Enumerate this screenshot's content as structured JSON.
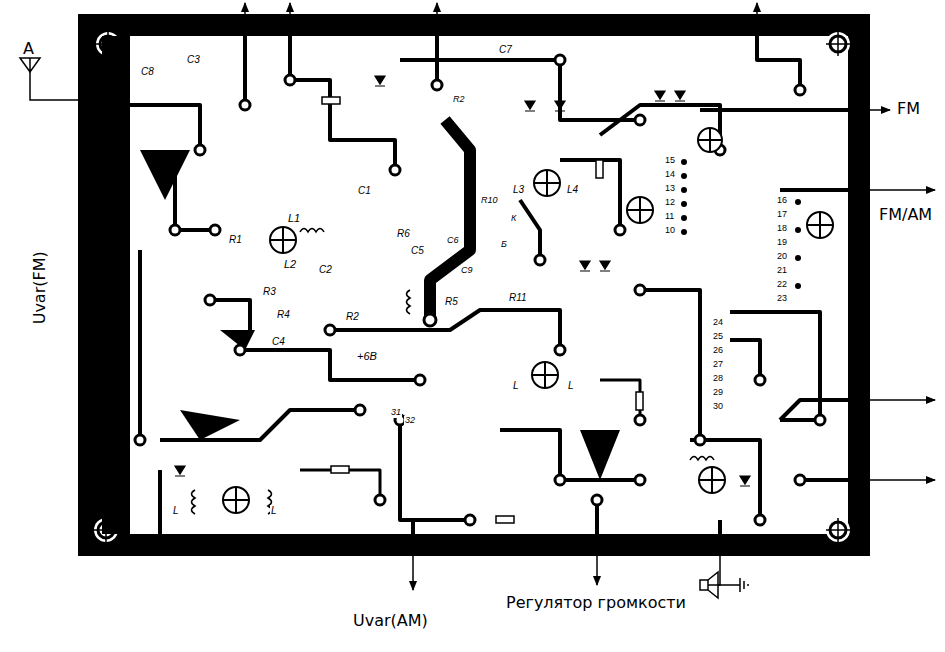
{
  "diagram": {
    "labels": [
      "A",
      "FM",
      "FM/AM",
      "Uvar(FM)",
      "Uvar(AM)",
      "Регулятор громкости",
      "C8",
      "C3",
      "C7",
      "R2",
      "L1",
      "R1",
      "L2",
      "C2",
      "R3",
      "R4",
      "C4",
      "R2",
      "C1",
      "R6",
      "C5",
      "R10",
      "C6",
      "R5",
      "C9",
      "L3",
      "L4",
      "R11",
      "+6В",
      "К",
      "Б",
      "L",
      "L",
      "L",
      "L",
      "31",
      "32",
      "15",
      "14",
      "13",
      "12",
      "11",
      "10",
      "16",
      "17",
      "18",
      "19",
      "20",
      "21",
      "22",
      "23",
      "24",
      "25",
      "26",
      "27",
      "28",
      "29",
      "30"
    ]
  }
}
